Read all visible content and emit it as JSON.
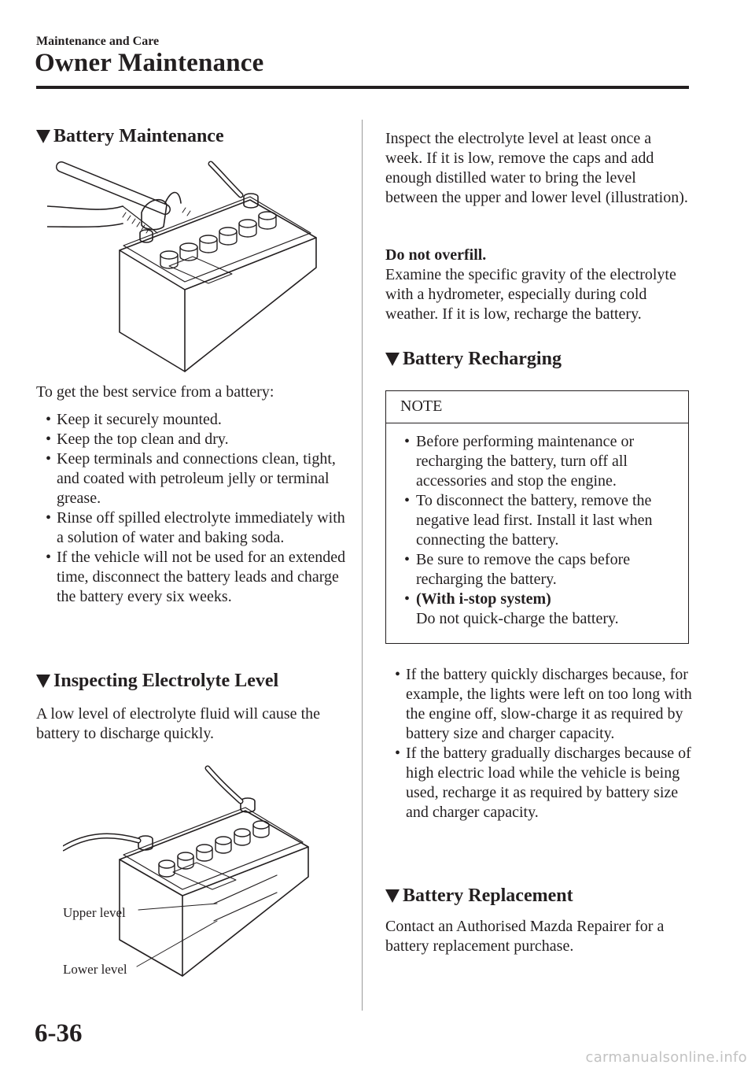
{
  "header": {
    "section": "Maintenance and Care",
    "title": "Owner Maintenance"
  },
  "battery_maintenance": {
    "heading": "Battery Maintenance",
    "intro": "To get the best service from a battery:",
    "bullets": [
      "Keep it securely mounted.",
      "Keep the top clean and dry.",
      "Keep terminals and connections clean, tight, and coated with petroleum jelly or terminal grease.",
      "Rinse off spilled electrolyte immediately with a solution of water and baking soda.",
      "If the vehicle will not be used for an extended time, disconnect the battery leads and charge the battery every six weeks."
    ]
  },
  "inspecting": {
    "heading": "Inspecting Electrolyte Level",
    "text": "A low level of electrolyte fluid will cause the battery to discharge quickly.",
    "upper_label": "Upper level",
    "lower_label": "Lower level",
    "right_text": "Inspect the electrolyte level at least once a week. If it is low, remove the caps and add enough distilled water to bring the level between the upper and lower level (illustration).",
    "warning": "Do not overfill.",
    "gravity_text": "Examine the specific gravity of the electrolyte with a hydrometer, especially during cold weather. If it is low, recharge the battery."
  },
  "recharging": {
    "heading": "Battery Recharging",
    "note_title": "NOTE",
    "note_items": [
      "Before performing maintenance or recharging the battery, turn off all accessories and stop the engine.",
      "To disconnect the battery, remove the negative lead first. Install it last when connecting the battery.",
      "Be sure to remove the caps before recharging the battery."
    ],
    "note_istop_title": "(With i-stop system)",
    "note_istop_text": "Do not quick-charge the battery.",
    "bullets": [
      "If the battery quickly discharges because, for example, the lights were left on too long with the engine off, slow-charge it as required by battery size and charger capacity.",
      "If the battery gradually discharges because of high electric load while the vehicle is being used, recharge it as required by battery size and charger capacity."
    ]
  },
  "replacement": {
    "heading": "Battery Replacement",
    "text": "Contact an Authorised Mazda Repairer for a battery replacement purchase."
  },
  "footer": {
    "page_number": "6-36",
    "watermark": "carmanualsonline.info"
  }
}
